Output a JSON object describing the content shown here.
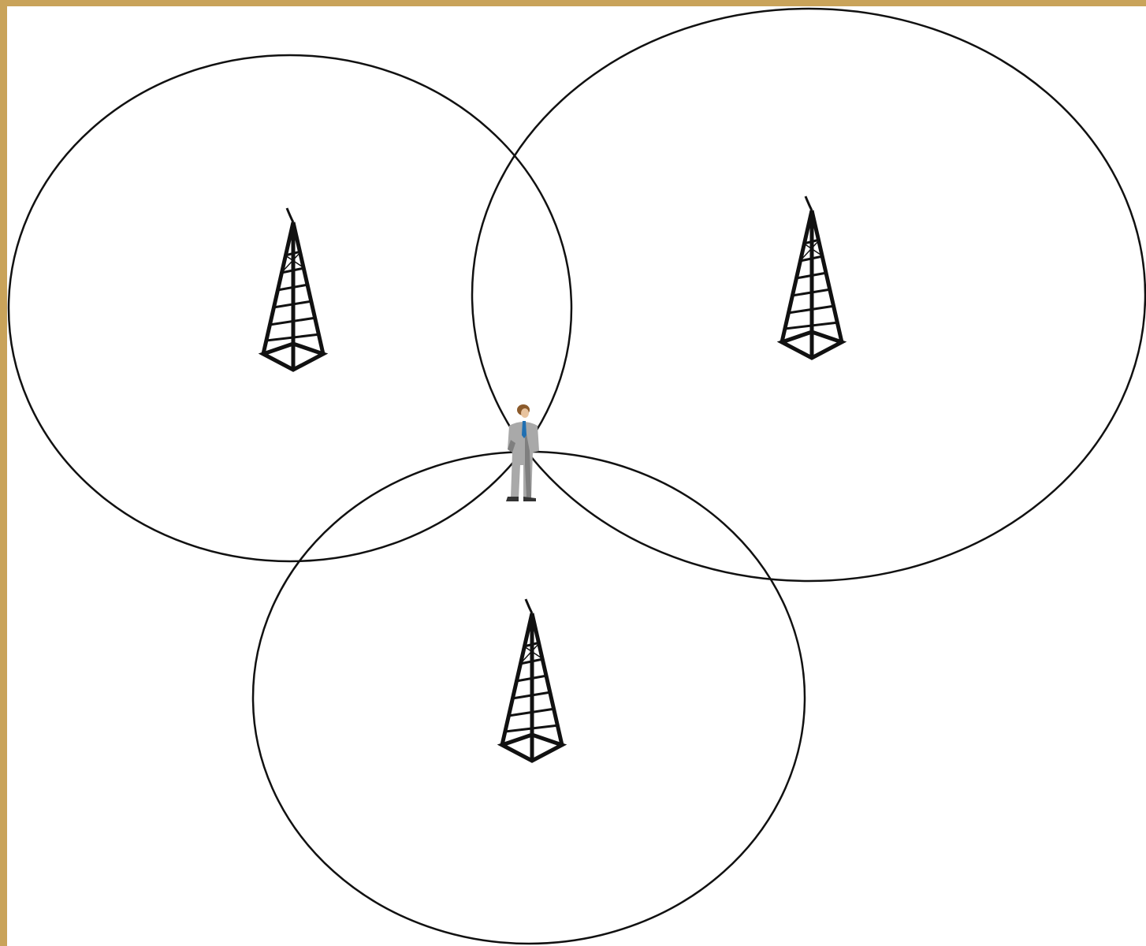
{
  "colors": {
    "frame_border": "#c9a35a",
    "background": "#ffffff",
    "circle_stroke": "#111111",
    "tower": "#111111",
    "person_suit": "#a9a9a9",
    "person_suit_shadow": "#7f7f7f",
    "person_hair": "#8b5a2b",
    "person_skin": "#e8c39e",
    "person_tie": "#1f6fb2"
  },
  "diagram": {
    "towers": [
      {
        "id": "tower-1",
        "icon": "radio-tower-icon"
      },
      {
        "id": "tower-2",
        "icon": "radio-tower-icon"
      },
      {
        "id": "tower-3",
        "icon": "radio-tower-icon"
      }
    ],
    "coverage_circles": 3,
    "receiver": {
      "icon": "person-icon"
    }
  }
}
